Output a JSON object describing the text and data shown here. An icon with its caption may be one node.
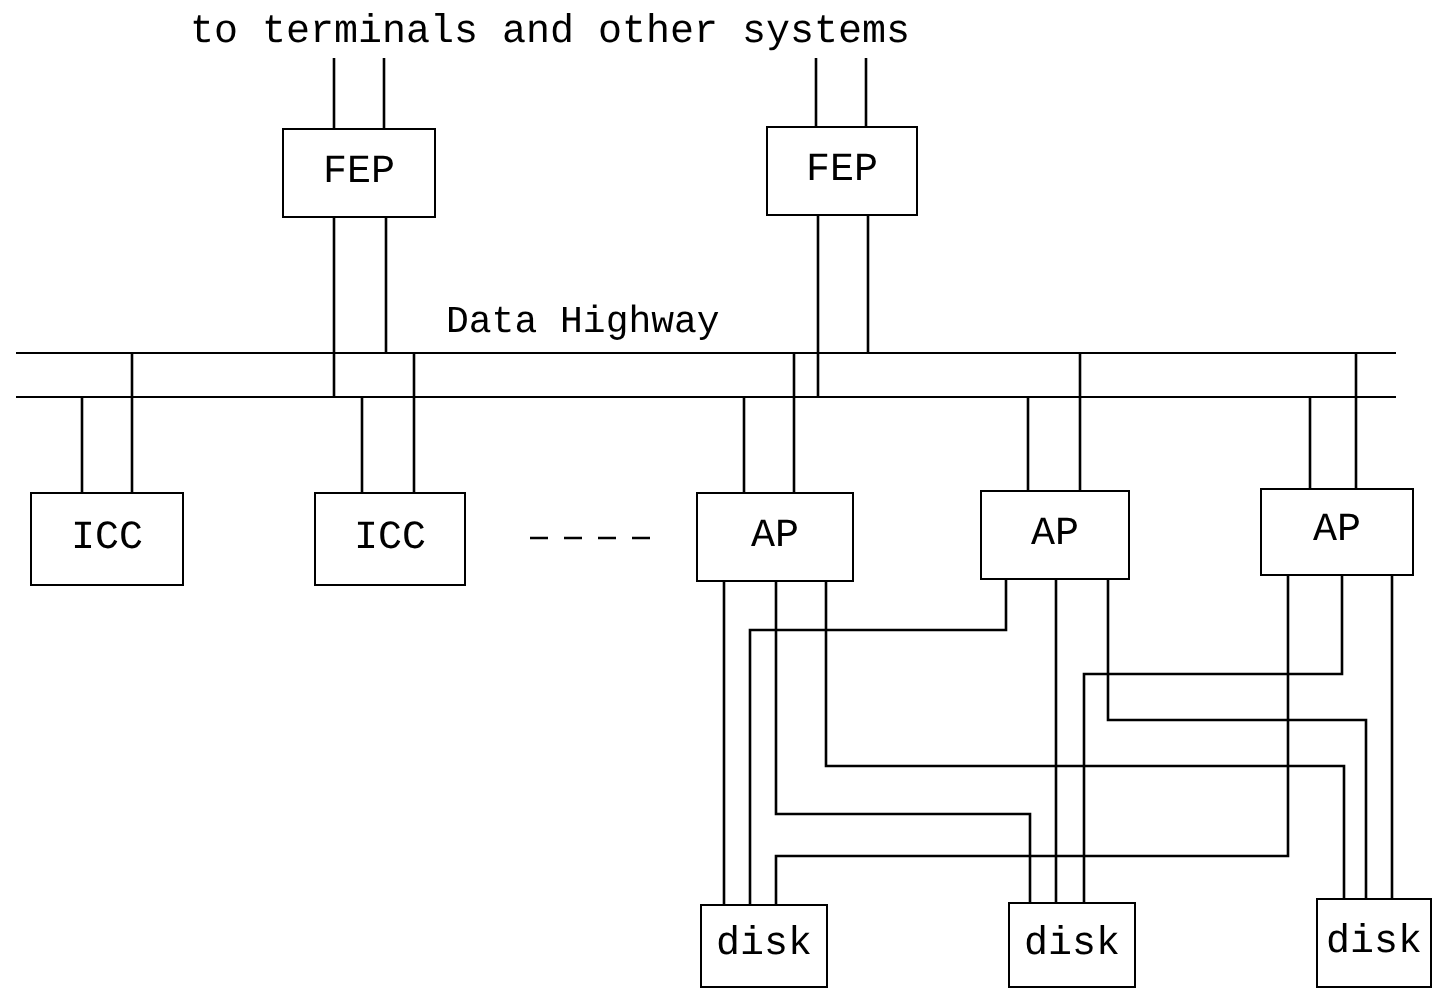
{
  "diagram": {
    "nodes": [
      {
        "text": [
          "to terminals and other systems"
        ]
      },
      {
        "text": [
          "FEP"
        ]
      },
      {
        "text": [
          "FEP"
        ]
      },
      {
        "text": [
          "Data Highway"
        ]
      },
      {
        "text": [
          "ICC"
        ]
      },
      {
        "text": [
          "ICC"
        ]
      },
      {
        "text": [
          "AP"
        ]
      },
      {
        "text": [
          "AP"
        ]
      },
      {
        "text": [
          "AP"
        ]
      },
      {
        "text": [
          "disk"
        ]
      },
      {
        "text": [
          "disk"
        ]
      },
      {
        "text": [
          "disk"
        ]
      }
    ],
    "edges": [
      {
        "from": 0,
        "to": 1,
        "arrow": "none"
      },
      {
        "from": 0,
        "to": 1,
        "arrow": "none"
      },
      {
        "from": 0,
        "to": 2,
        "arrow": "none"
      },
      {
        "from": 0,
        "to": 2,
        "arrow": "none"
      },
      {
        "from": 1,
        "to": 3,
        "arrow": "none"
      },
      {
        "from": 1,
        "to": 3,
        "arrow": "none"
      },
      {
        "from": 2,
        "to": 3,
        "arrow": "none"
      },
      {
        "from": 2,
        "to": 3,
        "arrow": "none"
      },
      {
        "from": 4,
        "to": 3,
        "arrow": "none"
      },
      {
        "from": 4,
        "to": 3,
        "arrow": "none"
      },
      {
        "from": 5,
        "to": 3,
        "arrow": "none"
      },
      {
        "from": 5,
        "to": 3,
        "arrow": "none"
      },
      {
        "from": 6,
        "to": 3,
        "arrow": "none"
      },
      {
        "from": 6,
        "to": 3,
        "arrow": "none"
      },
      {
        "from": 7,
        "to": 3,
        "arrow": "none"
      },
      {
        "from": 7,
        "to": 3,
        "arrow": "none"
      },
      {
        "from": 8,
        "to": 3,
        "arrow": "none"
      },
      {
        "from": 8,
        "to": 3,
        "arrow": "none"
      },
      {
        "from": 6,
        "to": 9,
        "arrow": "none"
      },
      {
        "from": 6,
        "to": 10,
        "arrow": "none"
      },
      {
        "from": 6,
        "to": 11,
        "arrow": "none"
      },
      {
        "from": 7,
        "to": 9,
        "arrow": "none"
      },
      {
        "from": 7,
        "to": 10,
        "arrow": "none"
      },
      {
        "from": 7,
        "to": 11,
        "arrow": "none"
      },
      {
        "from": 8,
        "to": 9,
        "arrow": "none"
      },
      {
        "from": 8,
        "to": 10,
        "arrow": "none"
      },
      {
        "from": 8,
        "to": 11,
        "arrow": "none"
      }
    ]
  }
}
